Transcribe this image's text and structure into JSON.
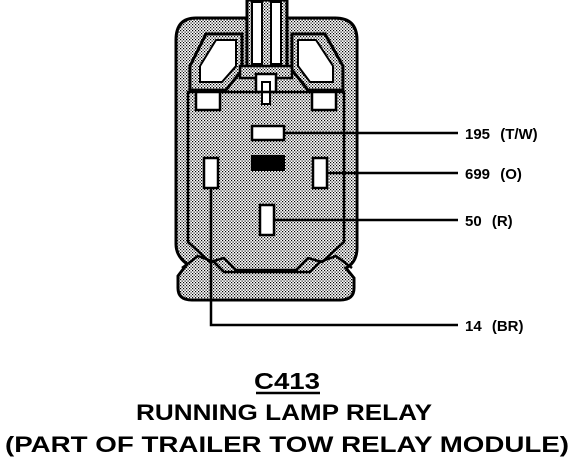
{
  "connector": {
    "id": "C413",
    "name": "RUNNING LAMP RELAY",
    "subtitle": "(PART OF TRAILER TOW RELAY MODULE)"
  },
  "wires": [
    {
      "circuit": "195",
      "color": "(T/W)"
    },
    {
      "circuit": "699",
      "color": "(O)"
    },
    {
      "circuit": "50",
      "color": "(R)"
    },
    {
      "circuit": "14",
      "color": "(BR)"
    }
  ],
  "colors": {
    "ink": "#000000",
    "fill": "#c6c6c6",
    "background": "#ffffff"
  }
}
